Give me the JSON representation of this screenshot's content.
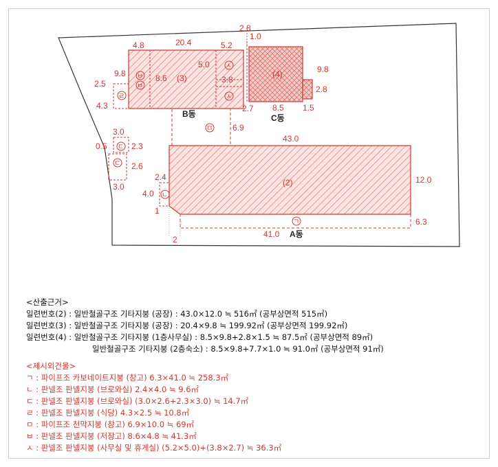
{
  "diagram": {
    "dims": {
      "b_top_48": "4.8",
      "b_top_204": "20.4",
      "b_top_52": "5.2",
      "top_28": "2.8",
      "top_10": "1.0",
      "b_98": "9.8",
      "b_86": "8.6",
      "b_50": "5.0",
      "b_38": "3.8",
      "b_25": "2.5",
      "b_43": "4.3",
      "b_27": "2.7",
      "c_98": "9.8",
      "c_28": "2.8",
      "c_85": "8.5",
      "c_15": "1.5",
      "mid_69": "6.9",
      "s_30a": "3.0",
      "s_05": "0.5",
      "s_23": "2.3",
      "s_26": "2.6",
      "s_30b": "3.0",
      "a_430": "43.0",
      "a_120": "12.0",
      "a_24": "2.4",
      "a_40": "4.0",
      "a_1": "1",
      "a_63": "6.3",
      "a_410": "41.0",
      "a_2": "2"
    },
    "labels": {
      "b_section": "(3)",
      "c_section": "(4)",
      "a_section": "(2)",
      "b_building": "B동",
      "c_building": "C동",
      "a_building": "A동"
    },
    "symbols": {
      "giyeok": "ㄱ",
      "nieun": "ㄴ",
      "digeut": "ㄷ",
      "rieul": "ㄹ",
      "mieum": "ㅁ",
      "bieup": "ㅂ",
      "siot": "ㅅ"
    }
  },
  "notes": {
    "basis_title": "<산출근거>",
    "basis": [
      "일련번호(2) : 일반철골구조 기타지붕 (공장) : 43.0×12.0 ≒ 516㎡ (공부상면적 515㎡)",
      "일련번호(3) : 일반철골구조 기타지붕 (공장) : 20.4×9.8 ≒ 199.92㎡ (공부상면적 199.92㎡)",
      "일련번호(4) : 일반철골구조 기타지붕 (1층사무실) : 8.5×9.8+2.8×1.5 ≒ 87.5㎡ (공부상면적 89㎡)",
      "일반철골구조 기타지붕 (2층숙소) : 8.5×9.8+7.7×1.0 ≒ 91.0㎡ (공부상면적 91㎡)"
    ],
    "excluded_title": "<제시외건물>",
    "excluded": [
      "ㄱ : 파이프조 카보네이트지붕 (창고) 6.3×41.0 ≒ 258.3㎡",
      "ㄴ : 판넬조 판넬지붕 (브로와실) 2.4×4.0 ≒ 9.6㎡",
      "ㄷ : 판넬조 판넬지붕 (브로와실) (3.0×2.6+2.3×3.0) ≒ 14.7㎡",
      "ㄹ : 판넬조 판넬지붕 (식당) 4.3×2.5 ≒ 10.8㎡",
      "ㅁ : 파이프조 천막지붕 (창고) 6.9×10.0 ≒ 69㎡",
      "ㅂ : 판넬조 판넬지붕 (저장고) 8.6×4.8 ≒ 41.3㎡",
      "ㅅ : 판넬조 판넬지붕 (사무실 및 휴게실) (5.2×5.0)+(3.8×2.7) ≒ 36.3㎡"
    ]
  },
  "colors": {
    "red": "#d2362f",
    "hatch": "#e06a64",
    "fill": "#fbe3e1",
    "outline": "#333333"
  }
}
